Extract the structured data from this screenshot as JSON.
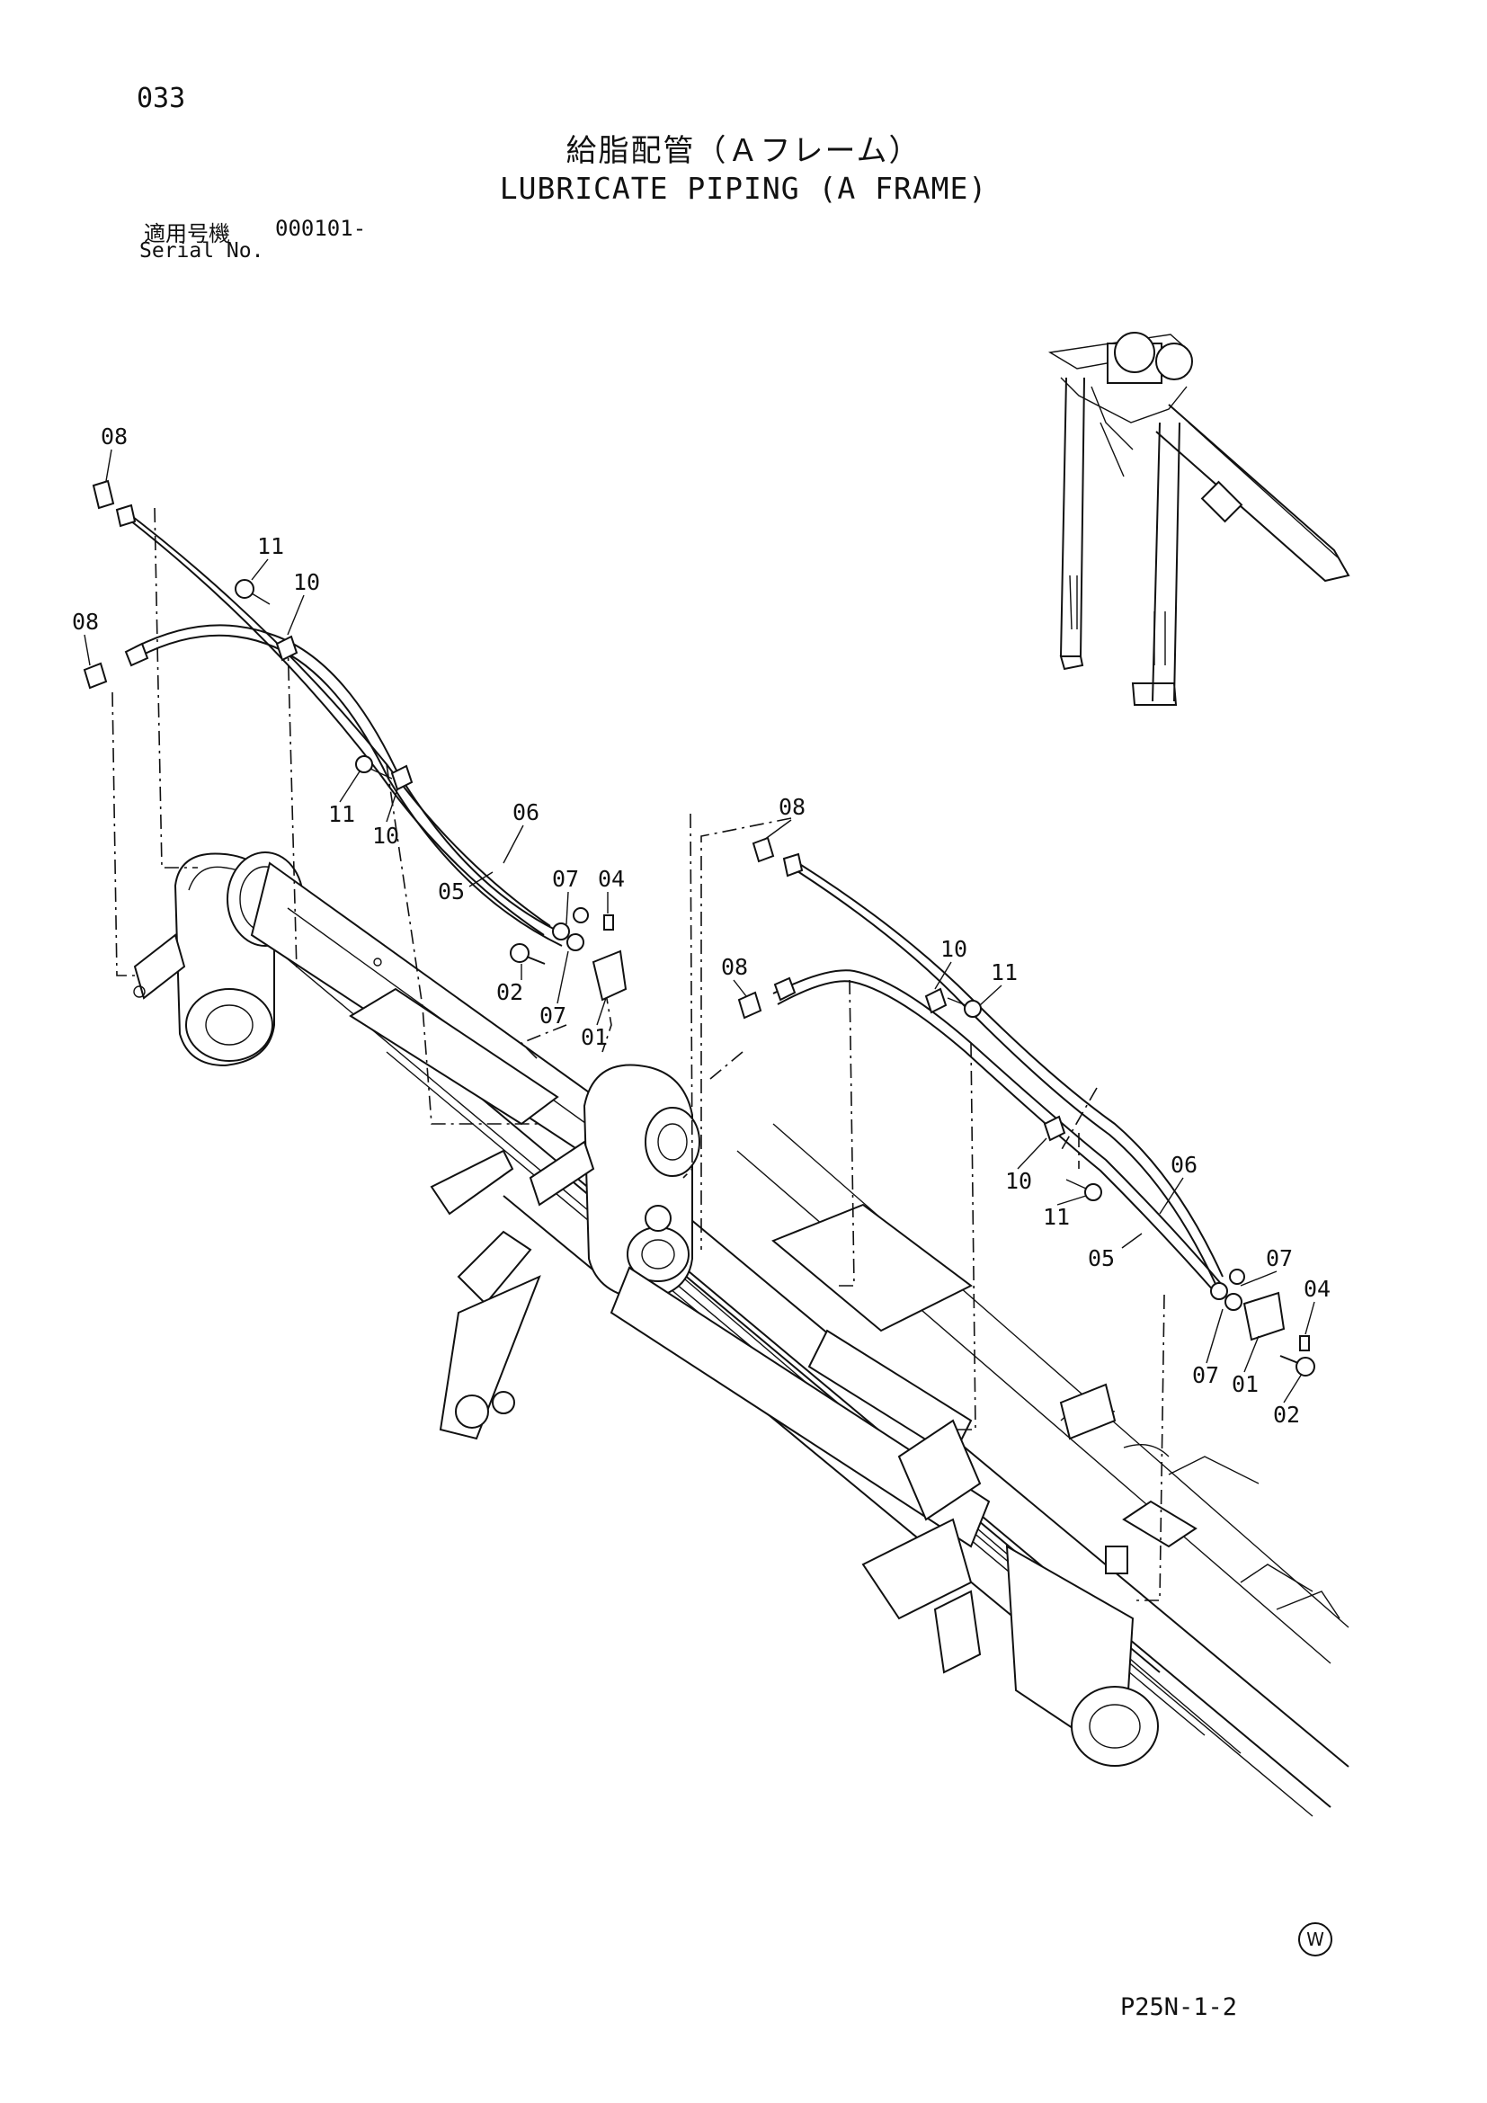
{
  "header": {
    "page_number": "033",
    "title_jp": "給脂配管（Ａフレーム）",
    "title_en": "LUBRICATE PIPING (A FRAME)",
    "serial_label_jp": "適用号機",
    "serial_value": "000101-",
    "serial_label_en": "Serial No."
  },
  "callouts": [
    {
      "label": "08",
      "part": "fitting-left-upper"
    },
    {
      "label": "11",
      "part": "bolt-left-upper"
    },
    {
      "label": "10",
      "part": "clamp-left-upper"
    },
    {
      "label": "08",
      "part": "fitting-left-lower"
    },
    {
      "label": "11",
      "part": "bolt-left-mid"
    },
    {
      "label": "10",
      "part": "clamp-left-mid"
    },
    {
      "label": "06",
      "part": "hose-left-06"
    },
    {
      "label": "05",
      "part": "hose-left-05"
    },
    {
      "label": "07",
      "part": "connector-left-a"
    },
    {
      "label": "04",
      "part": "grease-nipple-left"
    },
    {
      "label": "02",
      "part": "bolt-left-02"
    },
    {
      "label": "07",
      "part": "connector-left-b"
    },
    {
      "label": "01",
      "part": "bracket-left"
    },
    {
      "label": "08",
      "part": "fitting-right-upper"
    },
    {
      "label": "10",
      "part": "clamp-right-upper"
    },
    {
      "label": "11",
      "part": "bolt-right-upper"
    },
    {
      "label": "08",
      "part": "fitting-right-lower"
    },
    {
      "label": "10",
      "part": "clamp-right-mid"
    },
    {
      "label": "11",
      "part": "bolt-right-mid"
    },
    {
      "label": "06",
      "part": "hose-right-06"
    },
    {
      "label": "05",
      "part": "hose-right-05"
    },
    {
      "label": "07",
      "part": "connector-right-a"
    },
    {
      "label": "04",
      "part": "grease-nipple-right"
    },
    {
      "label": "07",
      "part": "connector-right-b"
    },
    {
      "label": "01",
      "part": "bracket-right"
    },
    {
      "label": "02",
      "part": "bolt-right-02"
    }
  ],
  "footer": {
    "mark": "W",
    "drawing_code": "P25N-1-2"
  }
}
